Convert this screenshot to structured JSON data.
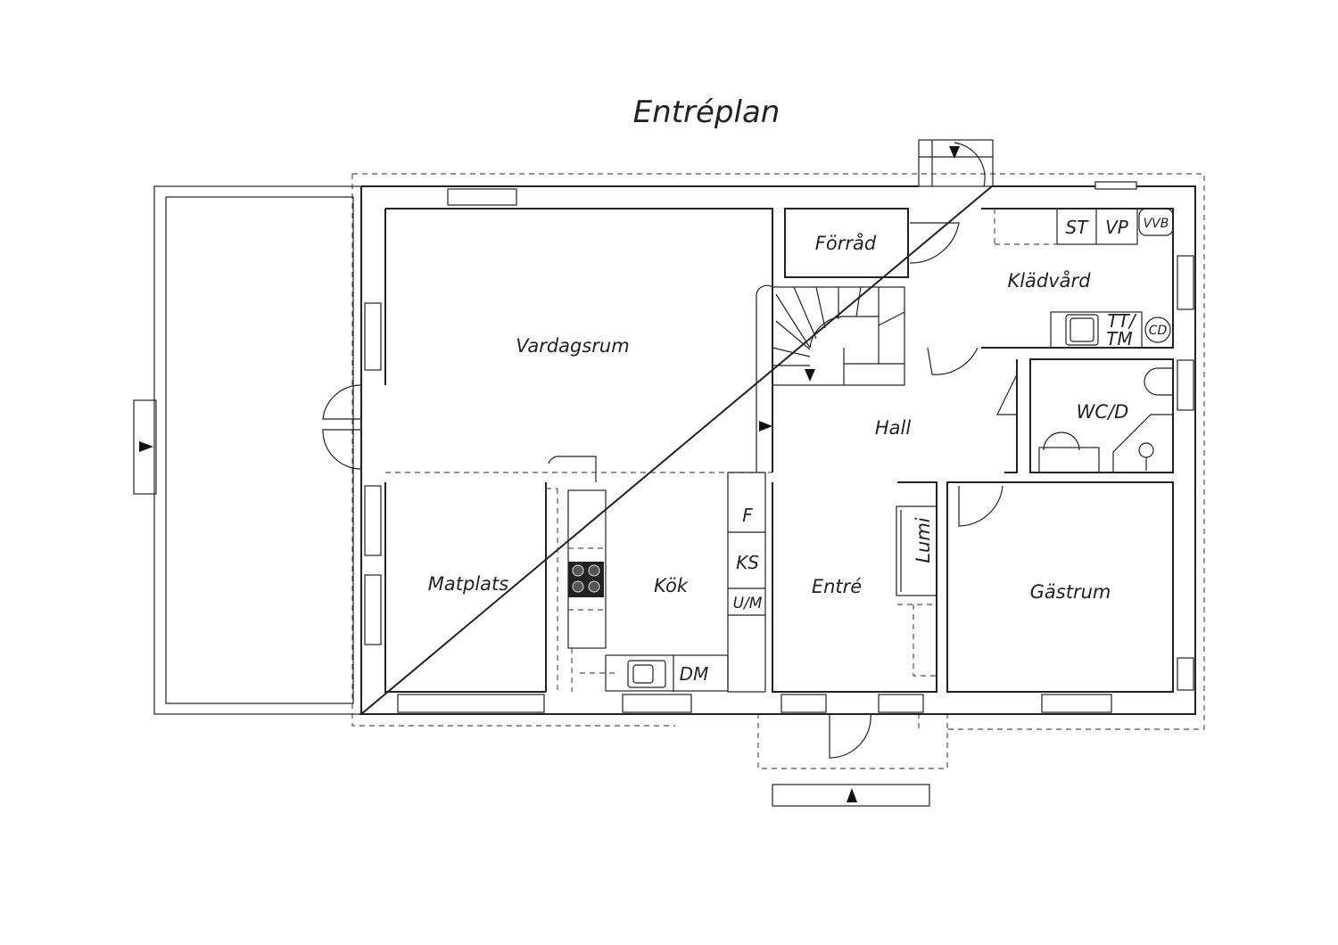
{
  "title": "Entréplan",
  "rooms": {
    "vardagsrum": "Vardagsrum",
    "matplats": "Matplats",
    "kok": "Kök",
    "entre": "Entré",
    "hall": "Hall",
    "forrad": "Förråd",
    "kladvard": "Klädvård",
    "wcd": "WC/D",
    "gastrum": "Gästrum",
    "lumi": "Lumi"
  },
  "fixtures": {
    "st": "ST",
    "vp": "VP",
    "vvb": "VVB",
    "tt": "TT/",
    "tm": "TM",
    "cd": "CD",
    "f": "F",
    "ks": "KS",
    "um": "U/M",
    "dm": "DM"
  }
}
